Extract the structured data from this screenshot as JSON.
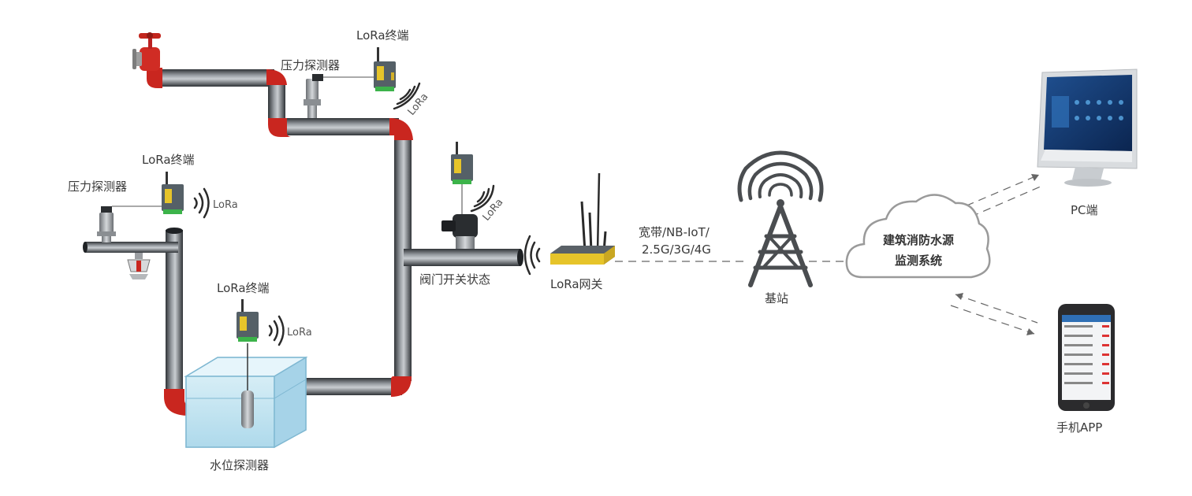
{
  "labels": {
    "terminal_top": "LoRa终端",
    "pressure_top": "压力探测器",
    "lora_top": "LoRa",
    "terminal_left": "LoRa终端",
    "pressure_left": "压力探测器",
    "lora_left": "LoRa",
    "valve_lora": "LoRa",
    "valve_state": "阀门开关状态",
    "terminal_tank": "LoRa终端",
    "lora_tank": "LoRa",
    "water_level": "水位探测器",
    "gateway": "LoRa网关",
    "link_line1": "宽带/NB-IoT/",
    "link_line2": "2.5G/3G/4G",
    "base_station": "基站",
    "cloud_line1": "建筑消防水源",
    "cloud_line2": "监测系统",
    "pc": "PC端",
    "app": "手机APP"
  },
  "colors": {
    "pipe_dark": "#3b3f44",
    "pipe_light": "#b8bcc0",
    "elbow_red": "#c9261f",
    "device_body": "#556067",
    "device_yellow": "#e6c42a",
    "device_green": "#3cb34a",
    "tank_blue": "#bfe3f1",
    "tower_gray": "#4a4d50",
    "dash_gray": "#666666"
  }
}
